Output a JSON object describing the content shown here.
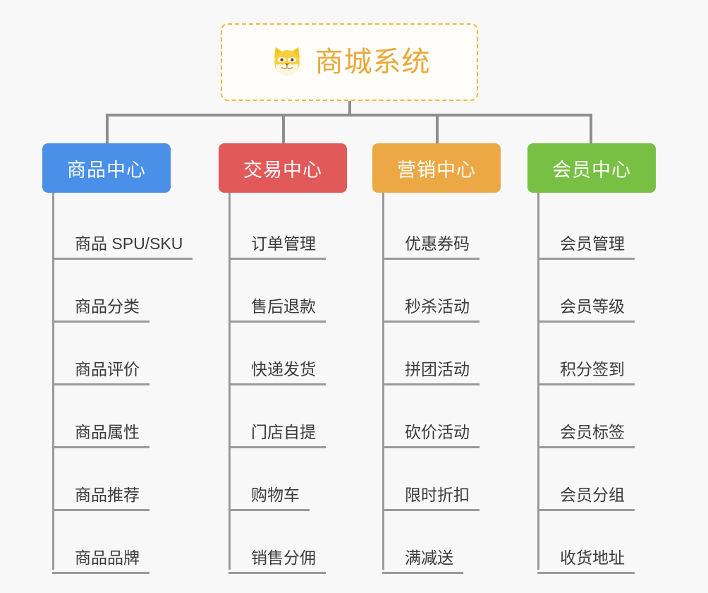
{
  "root": {
    "title": "商城系统",
    "icon": "shiba-dog-face-icon",
    "border_color": "#f3b73b",
    "text_color": "#e8a93a"
  },
  "canvas": {
    "background": "#f8f8f8",
    "connector_color": "#8e8e8e"
  },
  "columns": [
    {
      "id": "product-center",
      "label": "商品中心",
      "color": "#4a90e8",
      "items": [
        {
          "label": "商品 SPU/SKU"
        },
        {
          "label": "商品分类"
        },
        {
          "label": "商品评价"
        },
        {
          "label": "商品属性"
        },
        {
          "label": "商品推荐"
        },
        {
          "label": "商品品牌"
        }
      ]
    },
    {
      "id": "trade-center",
      "label": "交易中心",
      "color": "#e2595a",
      "items": [
        {
          "label": "订单管理"
        },
        {
          "label": "售后退款"
        },
        {
          "label": "快递发货"
        },
        {
          "label": "门店自提"
        },
        {
          "label": "购物车"
        },
        {
          "label": "销售分佣"
        }
      ]
    },
    {
      "id": "marketing-center",
      "label": "营销中心",
      "color": "#eba844",
      "items": [
        {
          "label": "优惠券码"
        },
        {
          "label": "秒杀活动"
        },
        {
          "label": "拼团活动"
        },
        {
          "label": "砍价活动"
        },
        {
          "label": "限时折扣"
        },
        {
          "label": "满减送"
        }
      ]
    },
    {
      "id": "member-center",
      "label": "会员中心",
      "color": "#77c043",
      "items": [
        {
          "label": "会员管理"
        },
        {
          "label": "会员等级"
        },
        {
          "label": "积分签到"
        },
        {
          "label": "会员标签"
        },
        {
          "label": "会员分组"
        },
        {
          "label": "收货地址"
        }
      ]
    }
  ]
}
